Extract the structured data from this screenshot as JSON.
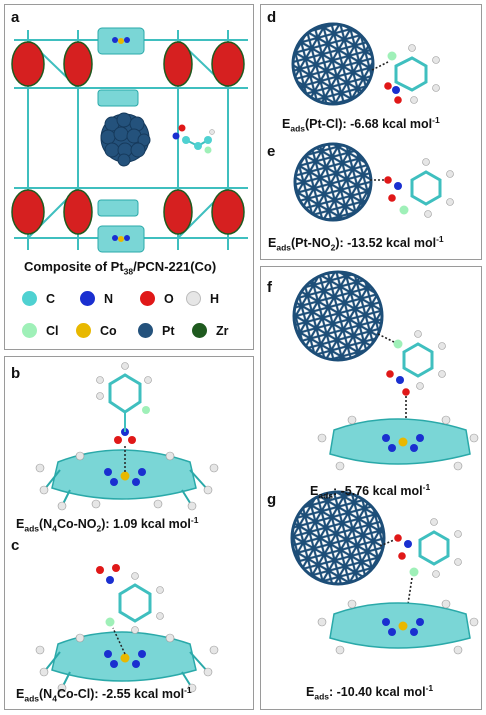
{
  "panels": {
    "a": {
      "letter": "a",
      "caption_main": "Composite of Pt",
      "caption_sub": "38",
      "caption_tail": "/PCN-221(Co)"
    },
    "b": {
      "letter": "b",
      "e_main": "E",
      "e_sub": "ads",
      "label_pre": "(N",
      "label_sub": "4",
      "label_mid": "Co-NO",
      "label_sub2": "2",
      "label_post": "): 1.09 kcal mol",
      "sup": "-1"
    },
    "c": {
      "letter": "c",
      "e_main": "E",
      "e_sub": "ads",
      "label_pre": "(N",
      "label_sub": "4",
      "label_post": "Co-Cl): -2.55 kcal mol",
      "sup": "-1"
    },
    "d": {
      "letter": "d",
      "e_main": "E",
      "e_sub": "ads",
      "label_post": "(Pt-Cl): -6.68 kcal mol",
      "sup": "-1"
    },
    "e": {
      "letter": "e",
      "e_main": "E",
      "e_sub": "ads",
      "label_pre": "(Pt-NO",
      "label_sub": "2",
      "label_post": "): -13.52 kcal mol",
      "sup": "-1"
    },
    "f": {
      "letter": "f",
      "e_main": "E",
      "e_sub": "ads",
      "label_post": ": -5.76 kcal mol",
      "sup": "-1"
    },
    "g": {
      "letter": "g",
      "e_main": "E",
      "e_sub": "ads",
      "label_post": ": -10.40 kcal mol",
      "sup": "-1"
    }
  },
  "legend": [
    {
      "symbol": "C",
      "color": "#4fd1d1"
    },
    {
      "symbol": "N",
      "color": "#1a2fd0"
    },
    {
      "symbol": "O",
      "color": "#e01818"
    },
    {
      "symbol": "H",
      "color": "#e6e6e6"
    },
    {
      "symbol": "Cl",
      "color": "#9ff0b8"
    },
    {
      "symbol": "Co",
      "color": "#e8b800"
    },
    {
      "symbol": "Pt",
      "color": "#24527c"
    },
    {
      "symbol": "Zr",
      "color": "#1f5a1f"
    }
  ]
}
